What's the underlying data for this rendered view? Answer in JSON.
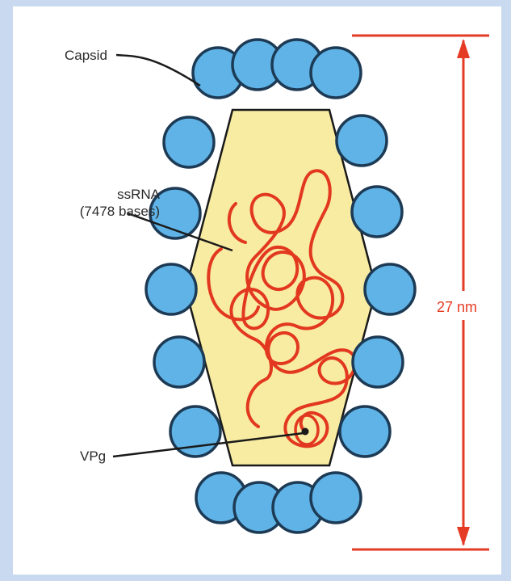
{
  "labels": {
    "capsid": "Capsid",
    "ssrna_line1": "ssRNA",
    "ssrna_line2": "(7478 bases)",
    "vpg": "VPg",
    "diameter": "27 nm"
  },
  "colors": {
    "background": "#c9d9ef",
    "capsomere_fill": "#5fb3e6",
    "capsomere_stroke": "#1d3a55",
    "core_fill": "#f8eca2",
    "rna": "#e2381f",
    "dimension": "#e53a23"
  },
  "icons": [
    "capsomere-circle",
    "rna-strand",
    "dimension-arrow"
  ]
}
